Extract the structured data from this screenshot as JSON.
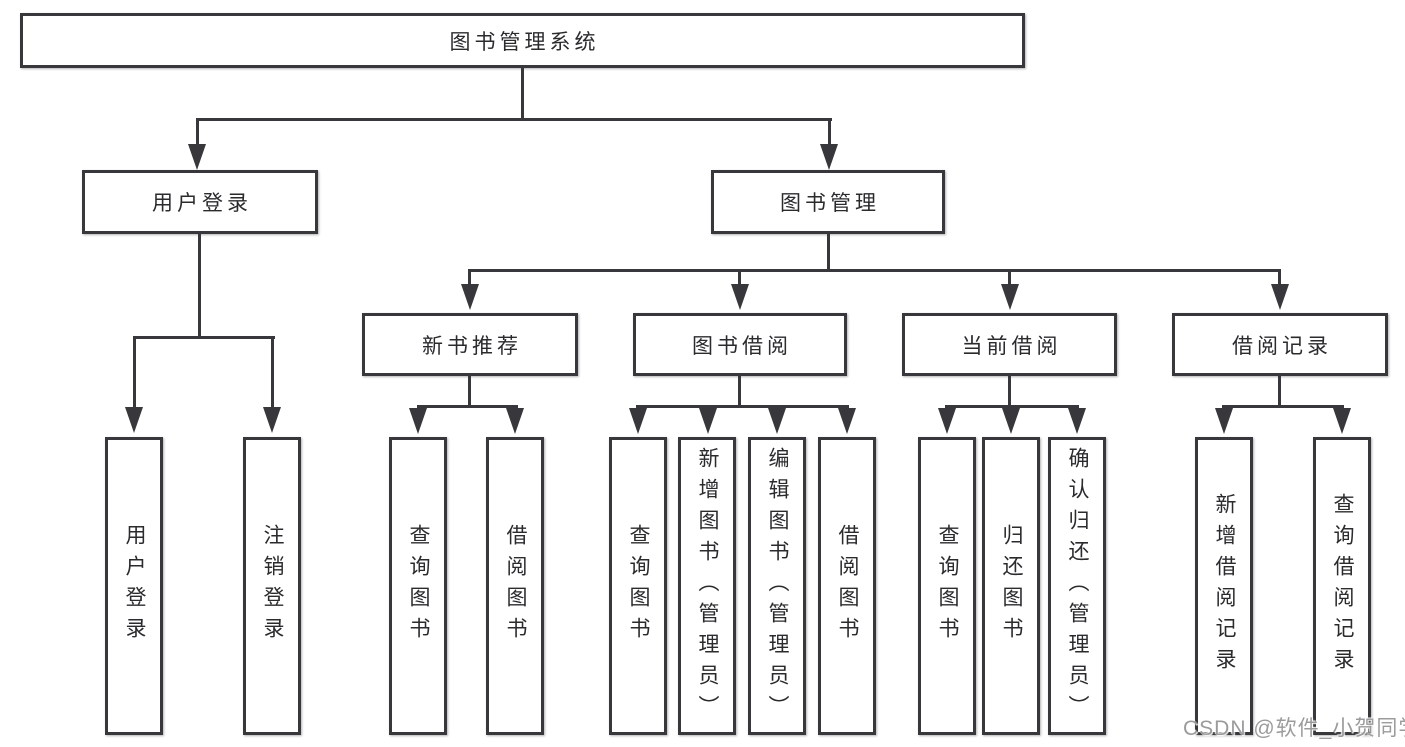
{
  "colors": {
    "line": "#38383c",
    "text": "#2b2b2e",
    "watermark": "#9b9b9b",
    "background": "#ffffff"
  },
  "tree": {
    "root": {
      "label": "图书管理系统"
    },
    "children": [
      {
        "label": "用户登录",
        "children": [
          {
            "label": "用户登录"
          },
          {
            "label": "注销登录"
          }
        ]
      },
      {
        "label": "图书管理",
        "children": [
          {
            "label": "新书推荐",
            "children": [
              {
                "label": "查询图书"
              },
              {
                "label": "借阅图书"
              }
            ]
          },
          {
            "label": "图书借阅",
            "children": [
              {
                "label": "查询图书"
              },
              {
                "label": "新增图书（管理员）"
              },
              {
                "label": "编辑图书（管理员）"
              },
              {
                "label": "借阅图书"
              }
            ]
          },
          {
            "label": "当前借阅",
            "children": [
              {
                "label": "查询图书"
              },
              {
                "label": "归还图书"
              },
              {
                "label": "确认归还（管理员）"
              }
            ]
          },
          {
            "label": "借阅记录",
            "children": [
              {
                "label": "新增借阅记录"
              },
              {
                "label": "查询借阅记录"
              }
            ]
          }
        ]
      }
    ]
  },
  "watermark": {
    "text": "CSDN @软件_小贺同学"
  }
}
